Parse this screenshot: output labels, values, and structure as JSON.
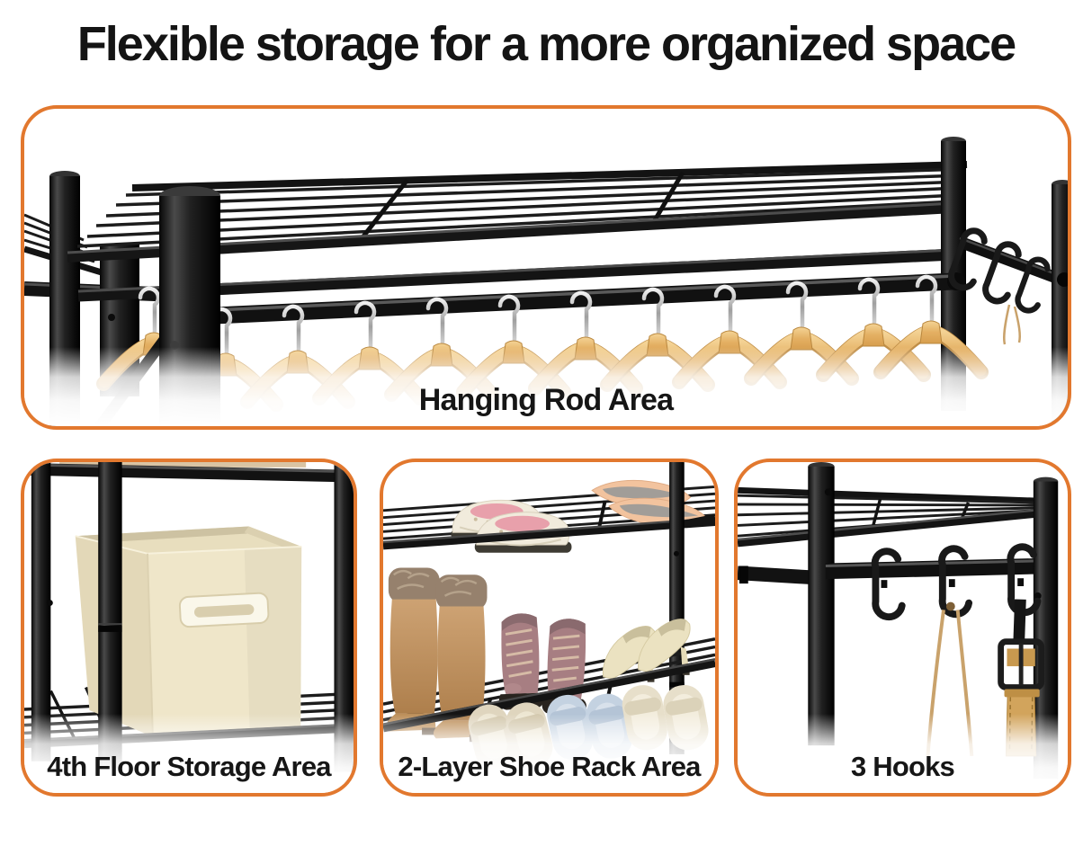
{
  "title": "Flexible storage for a more organized space",
  "theme": {
    "accent_border": "#E2782E",
    "text": "#161616",
    "background": "#FFFFFF",
    "rack_metal": "#171717",
    "hanger_wood": "#E4B063",
    "bin_fabric": "#EFE6C9",
    "belt_tan": "#D2A45C"
  },
  "panels": {
    "hanging_rod": {
      "label": "Hanging Rod Area"
    },
    "fourth_floor_storage": {
      "label": "4th Floor Storage Area"
    },
    "shoe_rack": {
      "label": "2-Layer Shoe Rack Area"
    },
    "hooks": {
      "label": "3 Hooks"
    }
  }
}
